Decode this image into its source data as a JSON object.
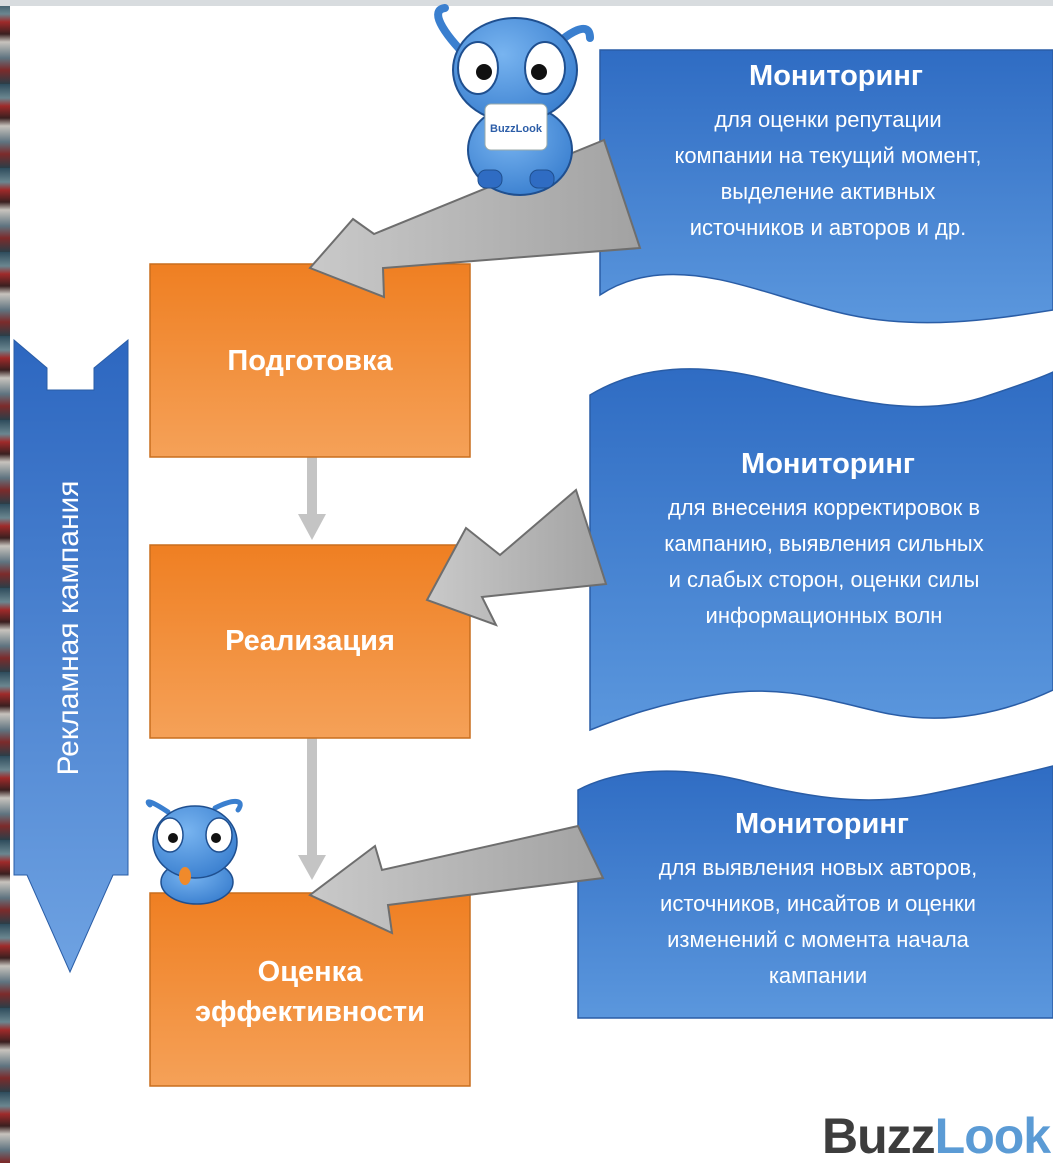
{
  "diagram": {
    "campaign_arrow_label": "Рекламная кампания",
    "stages": [
      {
        "label": "Подготовка"
      },
      {
        "label": "Реализация"
      },
      {
        "label": "Оценка эффективности",
        "lines": [
          "Оценка",
          "эффективности"
        ]
      }
    ],
    "monitoring": [
      {
        "title": "Мониторинг",
        "lines": [
          "для оценки репутации",
          "компании на текущий момент,",
          "выделение активных",
          "источников и авторов  и др."
        ]
      },
      {
        "title": "Мониторинг",
        "lines": [
          "для внесения корректировок в",
          "кампанию, выявления сильных",
          "и слабых сторон, оценки силы",
          "информационных волн"
        ]
      },
      {
        "title": "Мониторинг",
        "lines": [
          "для выявления новых авторов,",
          "источников, инсайтов и оценки",
          "изменений с момента начала",
          "кампании"
        ]
      }
    ],
    "mascot_badge": "BuzzLook",
    "logo": {
      "part1": "Buzz",
      "part2": "Look"
    }
  },
  "colors": {
    "stage_box": "#f0862f",
    "monitor_box": "#3f7fd0",
    "campaign_arrow": "#4a86d4",
    "pointer_arrow": "#a9a9a9",
    "connector": "#c4c4c4"
  },
  "icons": {
    "mascot": "blue-alien-mascot-icon"
  }
}
